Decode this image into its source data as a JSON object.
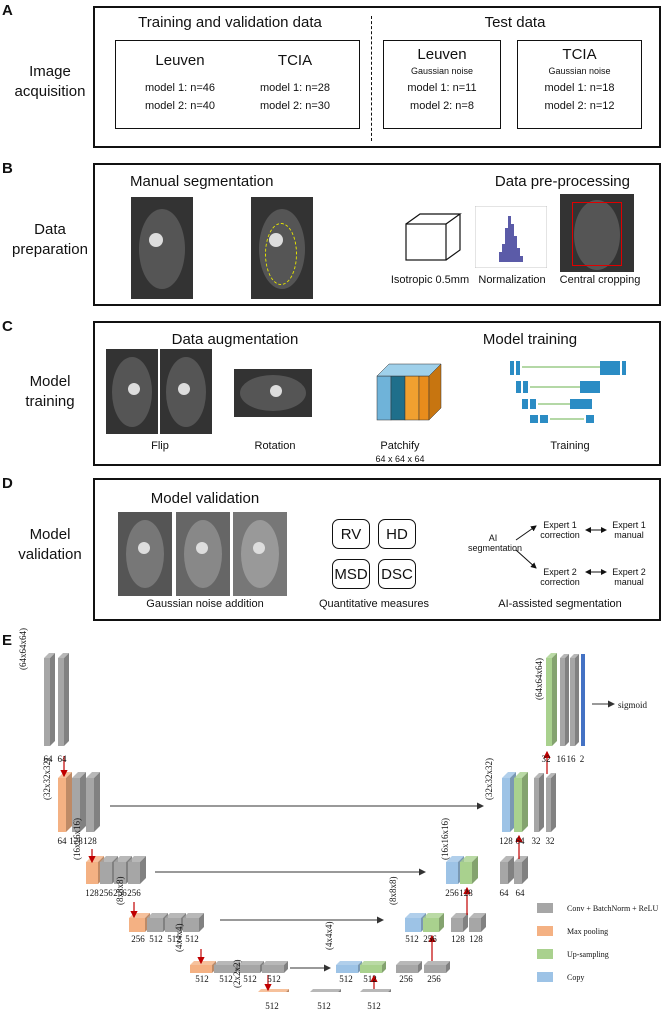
{
  "panels": {
    "A": {
      "letter": "A",
      "label": "Image acquisition",
      "training_heading": "Training and validation data",
      "test_heading": "Test data",
      "leuven_train": {
        "name": "Leuven",
        "m1": "model 1: n=46",
        "m2": "model 2: n=40"
      },
      "tcia_train": {
        "name": "TCIA",
        "m1": "model 1: n=28",
        "m2": "model 2: n=30"
      },
      "leuven_test": {
        "name": "Leuven",
        "sub": "Gaussian noise",
        "m1": "model 1: n=11",
        "m2": "model 2: n=8"
      },
      "tcia_test": {
        "name": "TCIA",
        "sub": "Gaussian noise",
        "m1": "model 1: n=18",
        "m2": "model 2: n=12"
      }
    },
    "B": {
      "letter": "B",
      "label": "Data preparation",
      "manual_title": "Manual segmentation",
      "prep_title": "Data pre-processing",
      "iso": "Isotropic 0.5mm",
      "norm": "Normalization",
      "crop": "Central cropping"
    },
    "C": {
      "letter": "C",
      "label": "Model training",
      "aug_title": "Data augmentation",
      "train_title": "Model training",
      "flip": "Flip",
      "rotation": "Rotation",
      "patchify": "Patchify",
      "patch_size": "64 x 64 x 64",
      "training": "Training"
    },
    "D": {
      "letter": "D",
      "label": "Model validation",
      "val_title": "Model validation",
      "noise": "Gaussian noise addition",
      "measures": "Quantitative measures",
      "rv": "RV",
      "hd": "HD",
      "msd": "MSD",
      "dsc": "DSC",
      "ai": "AI segmentation",
      "e1c": "Expert 1 correction",
      "e2c": "Expert 2 correction",
      "e1m": "Expert 1 manual",
      "e2m": "Expert 2 manual",
      "ai_assisted": "AI-assisted segmentation"
    },
    "E": {
      "letter": "E",
      "levels": {
        "l1": "(64x64x64)",
        "l2": "(32x32x32)",
        "l3": "(16x16x16)",
        "l4": "(8x8x8)",
        "l5": "(4x4x4)",
        "l6": "(2x2x2)",
        "r2": "(32x32x32)",
        "r3": "(16x16x16)",
        "r4": "(8x8x8)",
        "r5": "(4x4x4)",
        "r1": "(64x64x64)"
      },
      "channels": {
        "l1": [
          "64",
          "64"
        ],
        "l2": [
          "64",
          "128",
          "128"
        ],
        "l3": [
          "128",
          "256",
          "256",
          "256"
        ],
        "l4": [
          "256",
          "512",
          "512",
          "512"
        ],
        "l5": [
          "512",
          "512",
          "512",
          "512"
        ],
        "l6": [
          "512",
          "512",
          "512"
        ],
        "r5": [
          "512",
          "512",
          "256",
          "256"
        ],
        "r4": [
          "512",
          "256",
          "128",
          "128"
        ],
        "r3": [
          "256",
          "128",
          "64",
          "64"
        ],
        "r2": [
          "128",
          "64",
          "32",
          "32"
        ],
        "r1": [
          "32",
          "16",
          "16",
          "2"
        ]
      },
      "sigmoid": "sigmoid",
      "legend": {
        "conv": "Conv + BatchNorm + ReLU",
        "pool": "Max pooling",
        "up": "Up-sampling",
        "copy": "Copy"
      },
      "colors": {
        "conv": "#a6a6a6",
        "pool": "#f4b183",
        "up": "#a9d18e",
        "copy": "#9dc3e6",
        "out": "#4472c4",
        "arrow": "#c00000"
      }
    }
  }
}
